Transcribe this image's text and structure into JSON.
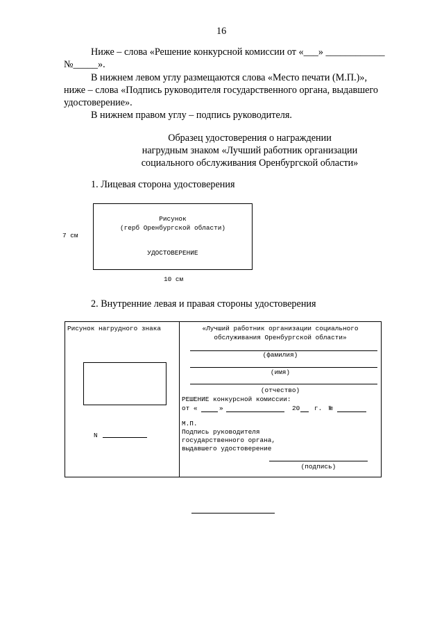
{
  "page_number": "16",
  "body": {
    "l1": "Ниже – слова «Решение конкурсной комиссии от «___» ____________",
    "l2": "№_____».",
    "l3": "В нижнем левом углу размещаются слова «Место печати (М.П.)»,",
    "l4": "ниже – слова «Подпись руководителя государственного органа, выдавшего",
    "l5": "удостоверение».",
    "l6": "В нижнем правом углу – подпись руководителя."
  },
  "sample_title": {
    "l1": "Образец удостоверения о награждении",
    "l2": "нагрудным знаком «Лучший работник организации",
    "l3": "социального обслуживания Оренбургской области»"
  },
  "section1": {
    "heading": "1. Лицевая сторона удостоверения",
    "box_line1": "Рисунок",
    "box_line2": "(герб Оренбургской области)",
    "box_line3": "УДОСТОВЕРЕНИЕ",
    "height_label": "7 см",
    "width_label": "10 см"
  },
  "section2": {
    "heading": "2. Внутренние левая и правая стороны удостоверения",
    "left_title": "Рисунок нагрудного знака",
    "left_n": "N",
    "right_title1": "«Лучший работник организации социального",
    "right_title2": "обслуживания Оренбургской области»",
    "surname": "(фамилия)",
    "name": "(имя)",
    "patronymic": "(отчество)",
    "decision": "РЕШЕНИЕ конкурсной комиссии:",
    "date_from": "от «",
    "date_quote": "»",
    "year": "20",
    "year_suffix": "г.",
    "number_sign": "№",
    "mp": "М.П.",
    "sign1": "Подпись руководителя",
    "sign2": "государственного органа,",
    "sign3": "выдавшего удостоверение",
    "signature": "(подпись)"
  }
}
